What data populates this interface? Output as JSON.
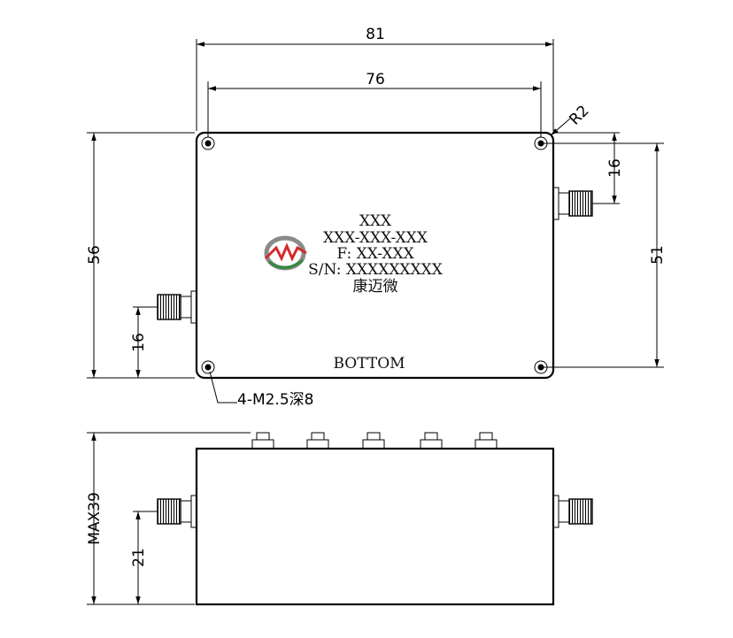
{
  "dimensions": {
    "top_width_outer": "81",
    "top_width_inner": "76",
    "corner_radius": "R2",
    "height_left": "56",
    "height_right": "51",
    "right_connector_offset": "16",
    "left_connector_offset": "16",
    "mounting_holes": "4-M2.5深8",
    "side_height": "MAX39",
    "side_connector_height": "21"
  },
  "label": {
    "line1": "XXX",
    "line2": "XXX-XXX-XXX",
    "line3": "F: XX-XXX",
    "line4": "S/N: XXXXXXXXX",
    "line5": "康迈微",
    "bottom": "BOTTOM"
  },
  "logo": {
    "accent_red": "#d42a2a",
    "accent_green": "#2e8b3a",
    "accent_gray": "#8a8a8a"
  }
}
